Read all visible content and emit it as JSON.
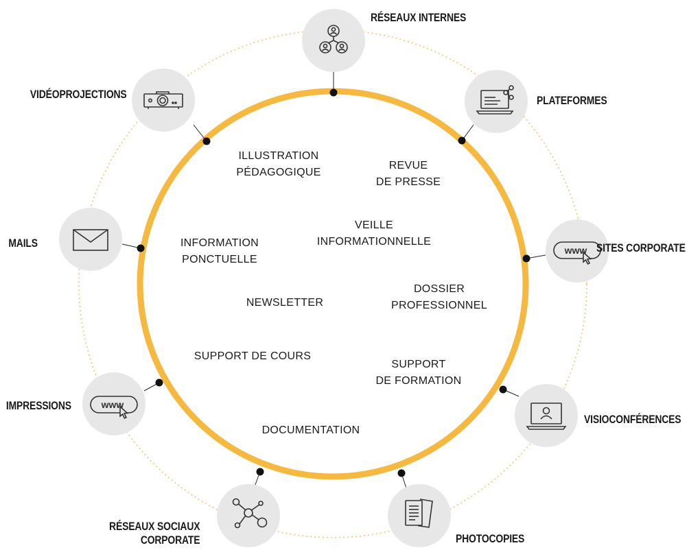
{
  "channels": {
    "reseaux_internes": "RÉSEAUX INTERNES",
    "plateformes": "PLATEFORMES",
    "sites_corporate": "SITES CORPORATE",
    "visioconferences": "VISIOCONFÉRENCES",
    "photocopies": "PHOTOCOPIES",
    "reseaux_sociaux": [
      "RÉSEAUX SOCIAUX",
      "CORPORATE"
    ],
    "impressions": "IMPRESSIONS",
    "mails": "MAILS",
    "videoprojections": "VIDÉOPROJECTIONS"
  },
  "icon_text": {
    "www": "www"
  },
  "content_types": {
    "illustration": [
      "ILLUSTRATION",
      "PÉDAGOGIQUE"
    ],
    "revue": [
      "REVUE",
      "DE PRESSE"
    ],
    "veille": [
      "VEILLE",
      "INFORMATIONNELLE"
    ],
    "information": [
      "INFORMATION",
      "PONCTUELLE"
    ],
    "dossier": [
      "DOSSIER",
      "PROFESSIONNEL"
    ],
    "newsletter": [
      "NEWSLETTER"
    ],
    "support_cours": [
      "SUPPORT DE COURS"
    ],
    "support_formation": [
      "SUPPORT",
      "DE FORMATION"
    ],
    "documentation": [
      "DOCUMENTATION"
    ]
  },
  "colors": {
    "ring": "#f5b942",
    "dotted": "#f5c870",
    "node": "#e7e7e8",
    "dot": "#111111",
    "text": "#1a1a1a"
  }
}
